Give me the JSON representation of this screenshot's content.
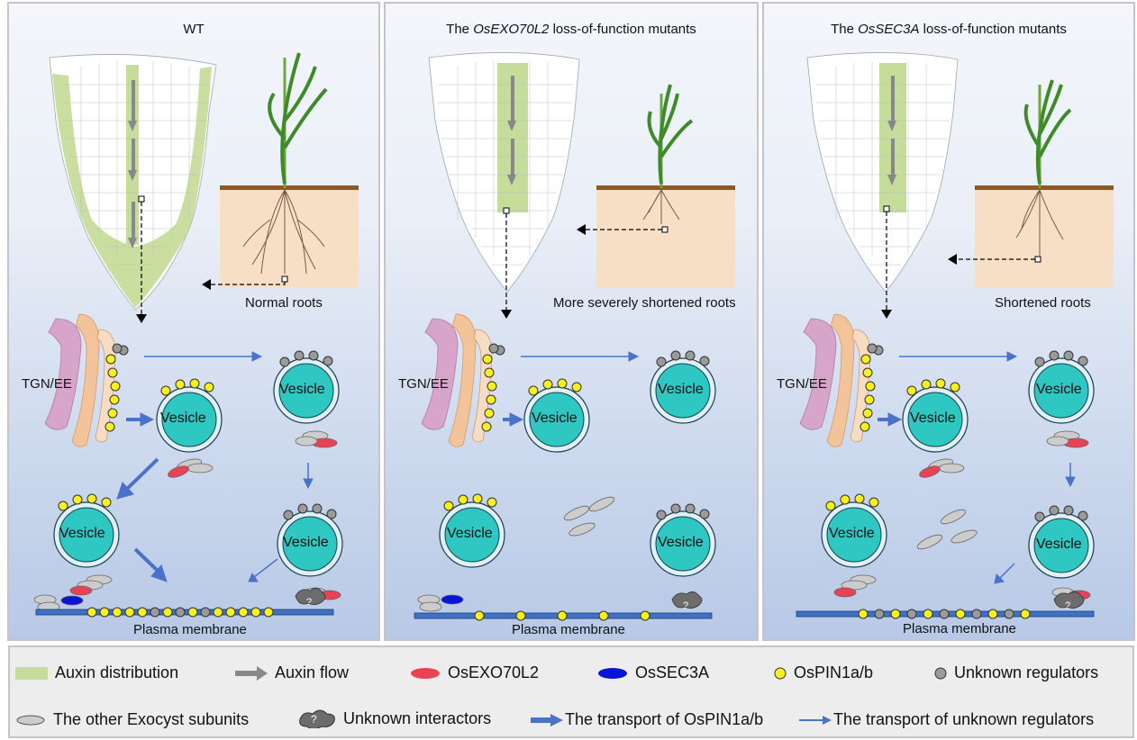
{
  "panels": [
    {
      "prefix": "WT",
      "gene": "",
      "suffix": "",
      "root_caption": "Normal roots",
      "membrane": "Plasma membrane",
      "tgn": "TGN/EE",
      "vesicle": "Vesicle"
    },
    {
      "prefix": "The ",
      "gene": "OsEXO70L2",
      "suffix": " loss-of-function mutants",
      "root_caption": "More severely shortened roots",
      "membrane": "Plasma membrane",
      "tgn": "TGN/EE",
      "vesicle": "Vesicle"
    },
    {
      "prefix": "The ",
      "gene": "OsSEC3A",
      "suffix": "  loss-of-function mutants",
      "root_caption": "Shortened roots",
      "membrane": "Plasma membrane",
      "tgn": "TGN/EE",
      "vesicle": "Vesicle"
    }
  ],
  "legend": {
    "auxin_distribution": "Auxin distribution",
    "auxin_flow": "Auxin flow",
    "osexo70l2": "OsEXO70L2",
    "ossec3a": "OsSEC3A",
    "ospin1": "OsPIN1a/b",
    "unknown_regulators": "Unknown regulators",
    "other_exocyst": "The other Exocyst subunits",
    "unknown_interactors": "Unknown interactors",
    "transport_pin": "The transport of OsPIN1a/b",
    "transport_unknown": "The transport of unknown regulators"
  },
  "colors": {
    "auxin": "#c6dc9a",
    "exo70": "#e94255",
    "sec3": "#0a14d6",
    "pin": "#f7ef1e",
    "regulator": "#9a9a9a",
    "vesicle": "#2fc7c1",
    "arrow": "#4a72c9",
    "membrane": "#3f72c4",
    "soil": "#f7dfc5",
    "soil_line": "#8b5a2b"
  }
}
